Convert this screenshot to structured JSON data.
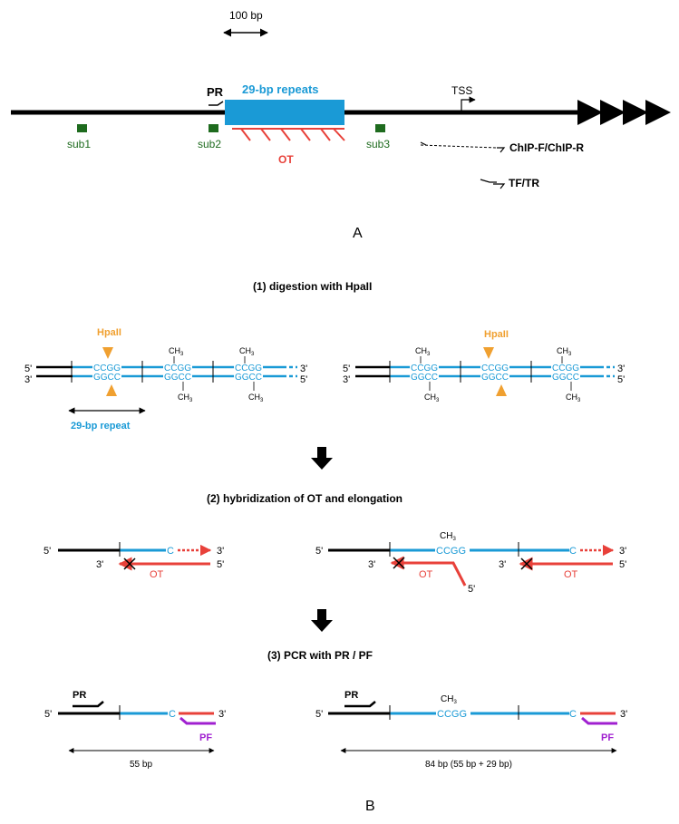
{
  "panel_a": {
    "scale": "100 bp",
    "pr": "PR",
    "repeats": "29-bp repeats",
    "tss": "TSS",
    "sub1": "sub1",
    "sub2": "sub2",
    "sub3": "sub3",
    "ot": "OT",
    "chip": "ChIP-F/ChIP-R",
    "tftr": "TF/TR",
    "panel_label": "A"
  },
  "step1": {
    "title": "(1) digestion with HpaII",
    "hpaii": "HpaII",
    "ccgg": "CCGG",
    "ggcc": "GGCC",
    "ch3": "CH",
    "ch3_sub": "3",
    "p5": "5'",
    "p3": "3'",
    "repeat_label": "29-bp repeat"
  },
  "step2": {
    "title": "(2) hybridization of OT and elongation",
    "c": "C",
    "ot": "OT",
    "ch3": "CH",
    "ch3_sub": "3",
    "ccgg": "CCGG"
  },
  "step3": {
    "title": "(3) PCR with PR / PF",
    "pr": "PR",
    "pf": "PF",
    "c": "C",
    "ch3": "CH",
    "ch3_sub": "3",
    "ccgg": "CCGG",
    "size_left": "55 bp",
    "size_right": "84 bp (55 bp + 29 bp)",
    "panel_label": "B"
  },
  "colors": {
    "dna": "#000000",
    "repeat": "#1a9ad6",
    "ot": "#e8413a",
    "sub": "#1e6b1e",
    "hpaii": "#f0a030",
    "pf": "#a020d0"
  }
}
